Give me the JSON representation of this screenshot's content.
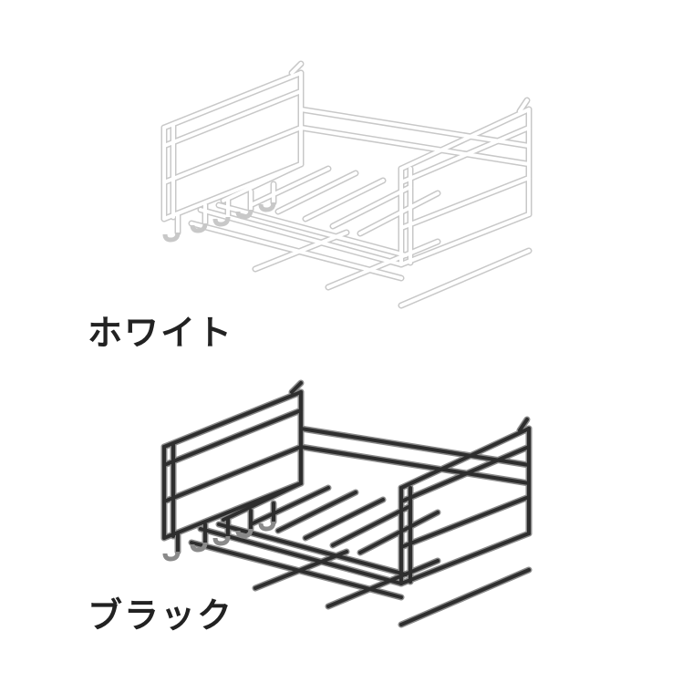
{
  "variants": [
    {
      "label": "ホワイト",
      "frame_color": "#ffffff",
      "edge_color": "#c8c8c8",
      "icon": "wire-rack-white"
    },
    {
      "label": "ブラック",
      "frame_color": "#2e2e2e",
      "edge_color": "#8a8a8a",
      "icon": "wire-rack-black"
    }
  ]
}
